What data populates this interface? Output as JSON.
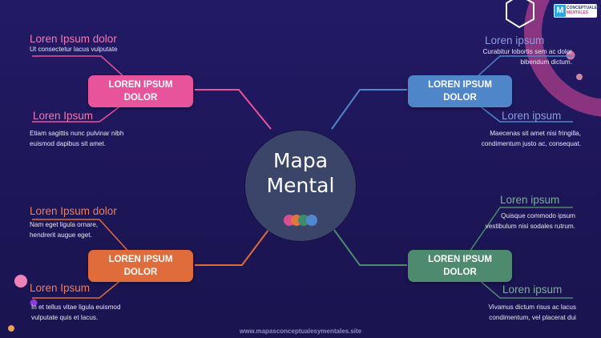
{
  "center": {
    "title_line1": "Mapa",
    "title_line2": "Mental"
  },
  "branches": [
    {
      "box_line1": "LOREN IPSUM",
      "box_line2": "DOLOR",
      "top_heading": "Loren Ipsum dolor",
      "top_text": [
        "Ut consectetur lacus vulputate"
      ],
      "bottom_heading": "Loren Ipsum",
      "bottom_text": [
        "Etiam sagittis nunc pulvinar nibh",
        "euismod dapibus sit amet."
      ]
    },
    {
      "box_line1": "LOREN IPSUM",
      "box_line2": "DOLOR",
      "top_heading": "Loren ipsum",
      "top_text": [
        "Curabitur lobortis sem ac dolor",
        "bibendum dictum."
      ],
      "bottom_heading": "Loren ipsum",
      "bottom_text": [
        "Maecenas sit amet nisi fringilla,",
        "condimentum justo ac, consequat."
      ]
    },
    {
      "box_line1": "LOREN IPSUM",
      "box_line2": "DOLOR",
      "top_heading": "Loren Ipsum dolor",
      "top_text": [
        "Nam eget ligula ornare,",
        "hendrerit augue eget."
      ],
      "bottom_heading": "Loren Ipsum",
      "bottom_text": [
        "In et tellus vitae ligula euismod",
        "vulputate quis et lacus."
      ]
    },
    {
      "box_line1": "LOREN IPSUM",
      "box_line2": "DOLOR",
      "top_heading": "Loren ipsum",
      "top_text": [
        "Quisque commodo ipsum",
        "vestibulum nisi sodales rutrum."
      ],
      "bottom_heading": "Loren ipsum",
      "bottom_text": [
        "Vivamus dictum risus ac lacus",
        "condimentum, vel placerat dui"
      ]
    }
  ],
  "website": "www.mapasconceptualesymentales.site",
  "logo": {
    "mark": "M",
    "line1": "CONCEPTUALES",
    "line2": "MENTALES"
  },
  "colors": {
    "background": "#211a63",
    "pink": "#e8549b",
    "blue": "#4e86c9",
    "orange": "#df6c3a",
    "green": "#4d8a6e",
    "center": "#3a4569",
    "pink_heading": "#f07ab5",
    "blue_heading": "#8c9be0",
    "orange_heading": "#ef7e5d",
    "green_heading": "#79b097"
  },
  "icons": [
    "hexagon-outline",
    "colored-circles"
  ]
}
